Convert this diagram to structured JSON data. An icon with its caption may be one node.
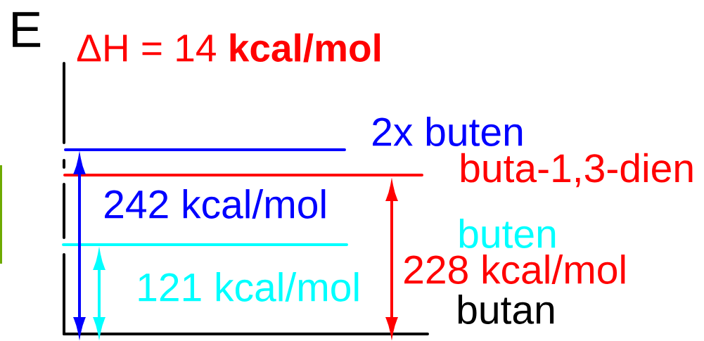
{
  "diagram": {
    "labels": [
      "E",
      "ΔH = 14 **kcal/mol**",
      "2x buten",
      "buta-1,3-dien",
      "242 kcal/mol",
      "buten",
      "228 kcal/mol",
      "121 kcal/mol",
      "butan"
    ]
  }
}
